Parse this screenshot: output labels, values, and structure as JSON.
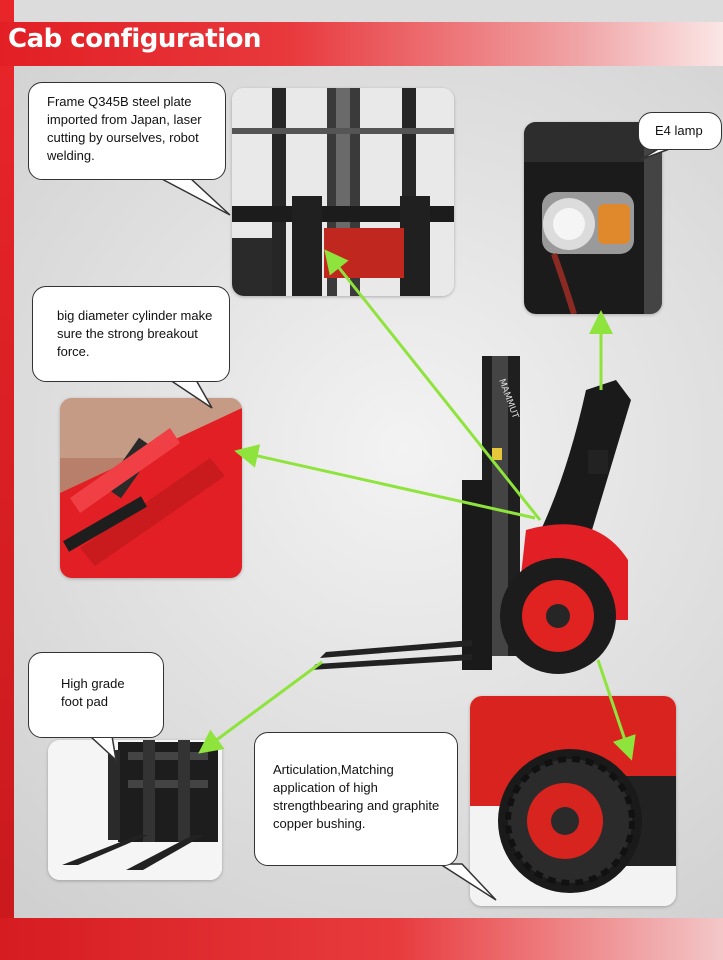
{
  "header": {
    "title": "Cab configuration"
  },
  "callouts": {
    "frame": "Frame Q345B steel plate imported from Japan, laser cutting by ourselves, robot welding.",
    "lamp": "E4  lamp",
    "cylinder": "big diameter cylinder make sure the strong breakout force.",
    "footpad": "High grade foot pad",
    "articulation": "Articulation,Matching application of high strengthbearing and graphite copper bushing."
  },
  "mast_brand": "MAMMUT",
  "colors": {
    "accent_red": "#e21f24",
    "arrow_green": "#8ee33c",
    "machine_black": "#1a1a1a"
  },
  "icons": [
    "arrow-icon"
  ]
}
